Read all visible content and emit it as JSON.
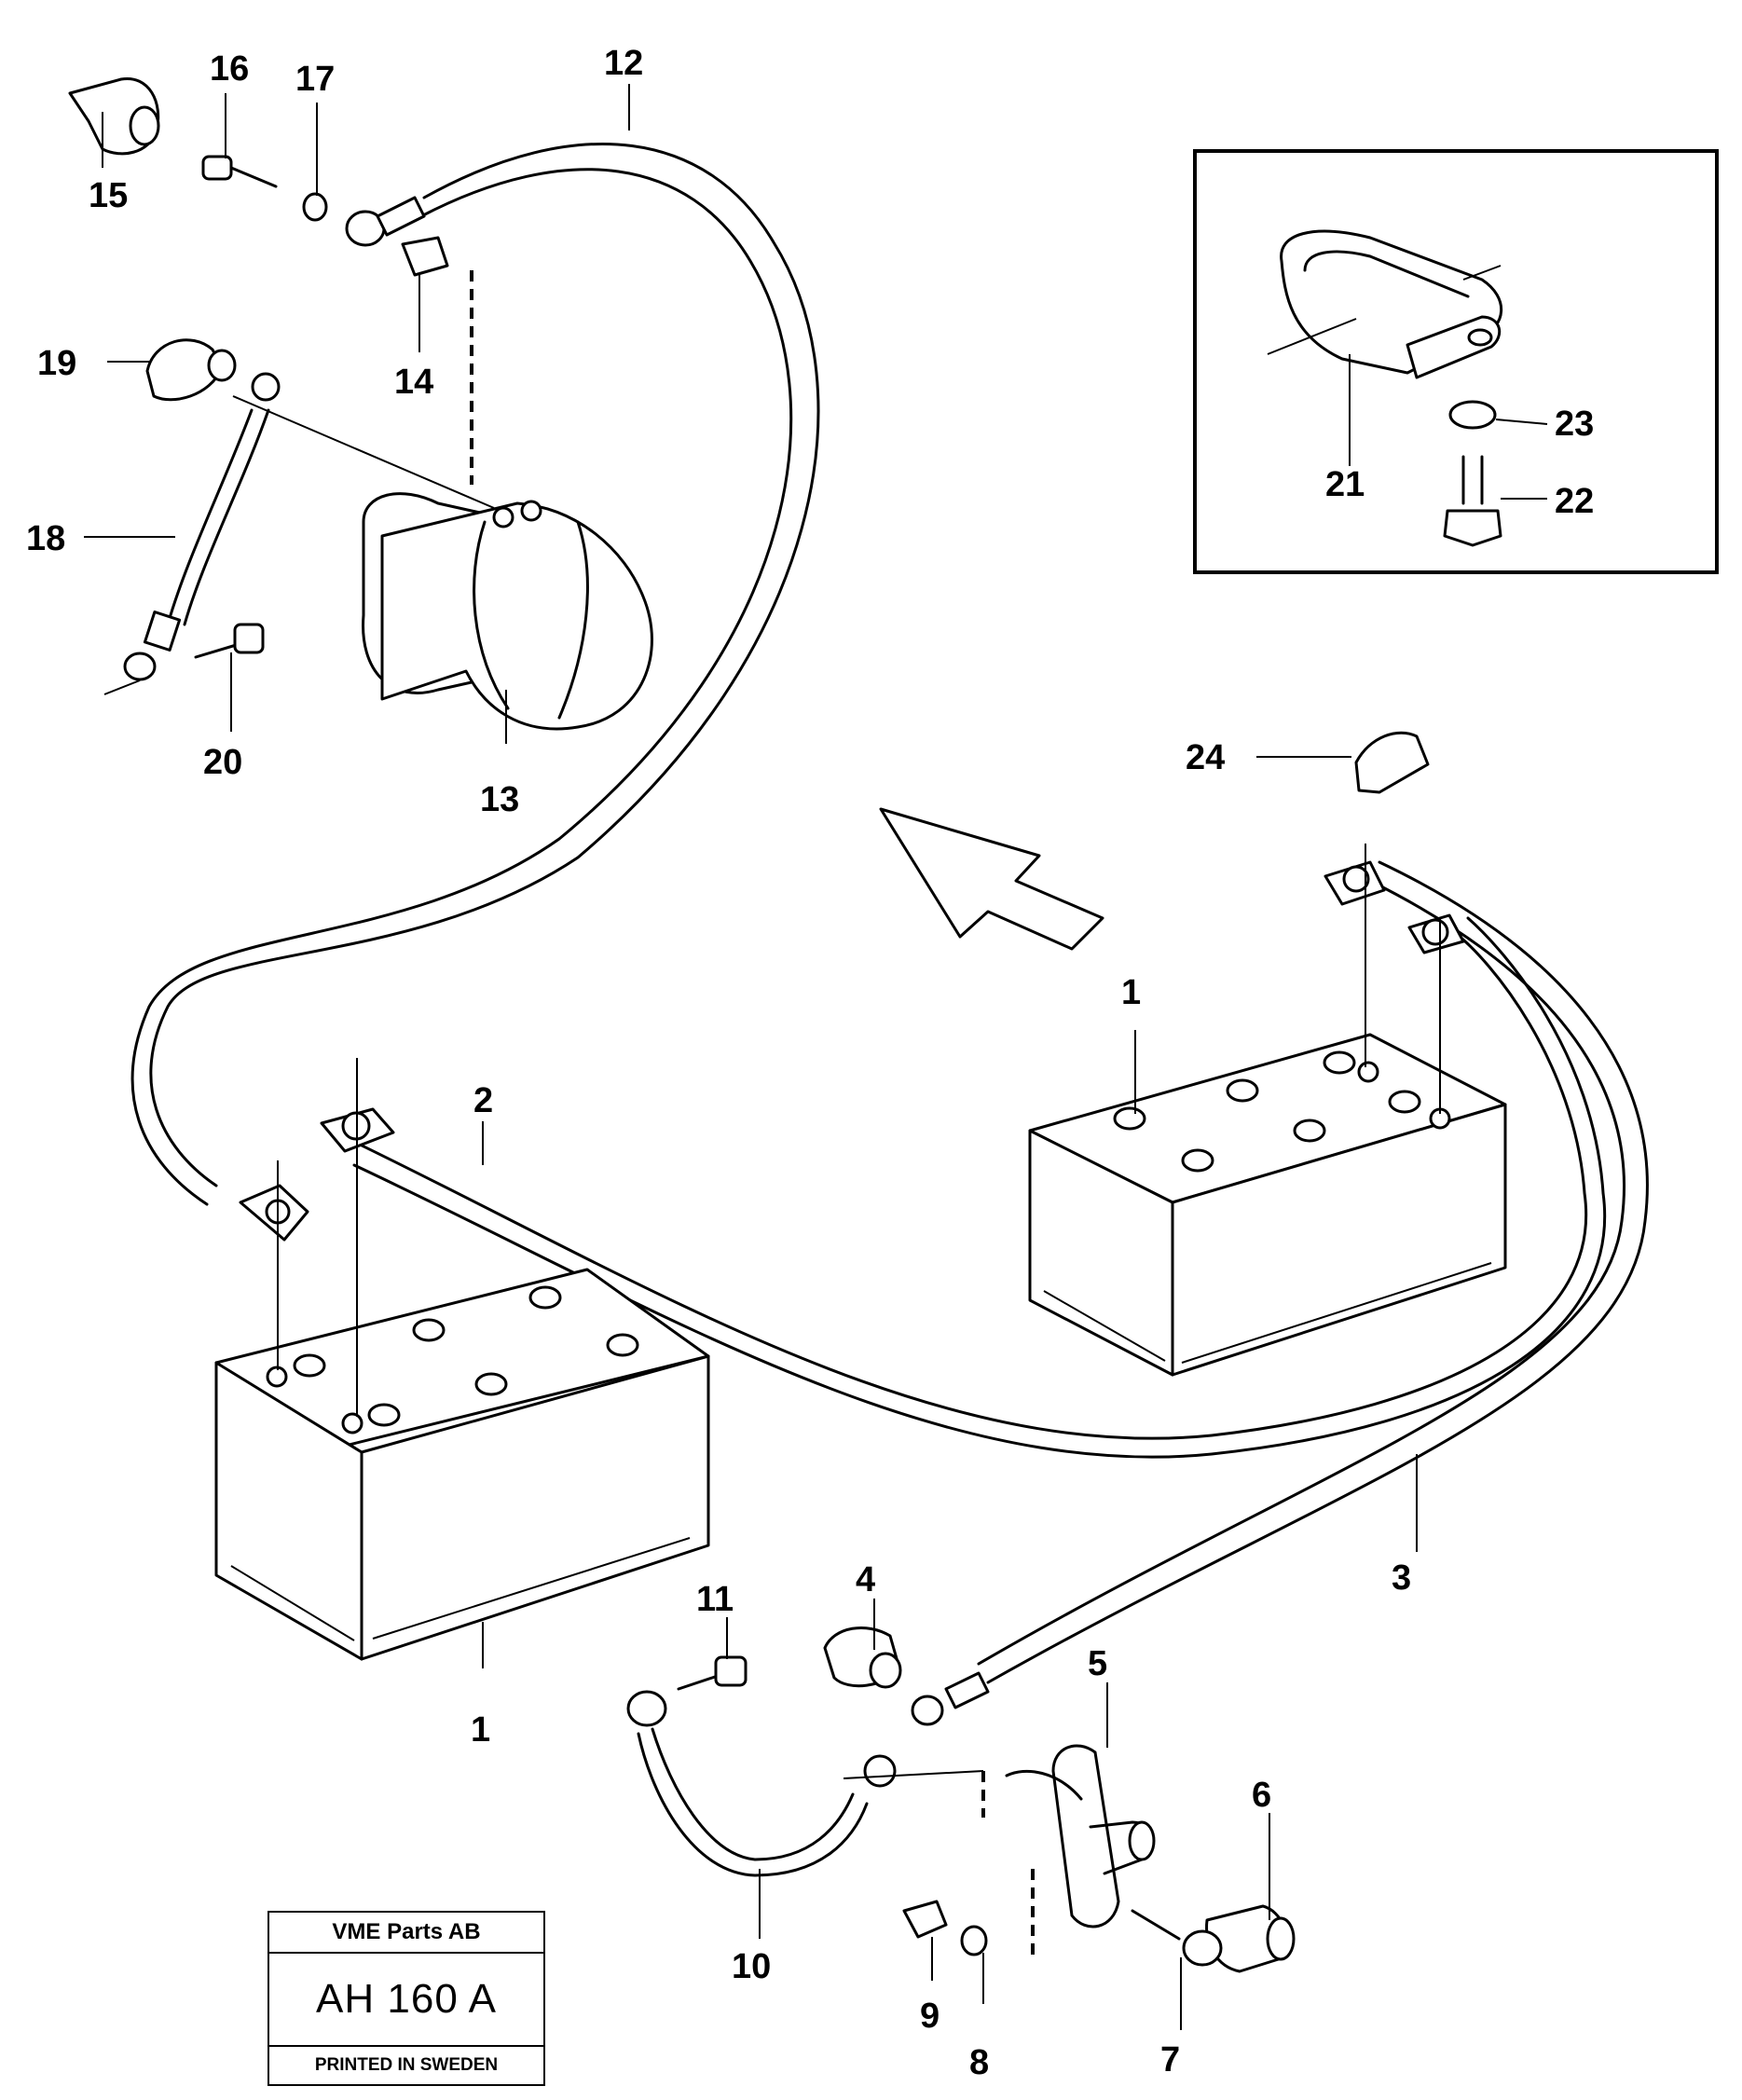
{
  "callouts": {
    "c1a": "1",
    "c1b": "1",
    "c2": "2",
    "c3": "3",
    "c4": "4",
    "c5": "5",
    "c6": "6",
    "c7": "7",
    "c8": "8",
    "c9": "9",
    "c10": "10",
    "c11": "11",
    "c12": "12",
    "c13": "13",
    "c14": "14",
    "c15": "15",
    "c16": "16",
    "c17": "17",
    "c18": "18",
    "c19": "19",
    "c20": "20",
    "c21": "21",
    "c22": "22",
    "c23": "23",
    "c24": "24"
  },
  "title_block": {
    "company": "VME Parts AB",
    "drawing_number": "AH 160 A",
    "printed": "PRINTED IN SWEDEN"
  }
}
